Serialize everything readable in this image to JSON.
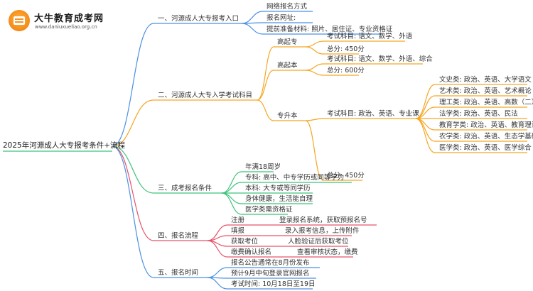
{
  "logo": {
    "title": "大牛教育成考网",
    "url": "www.daniuxueliao.org.cn"
  },
  "root": "2025年河源成人大专报考条件+流程",
  "colors": {
    "branch1": "#4a90e2",
    "branch2": "#f5a623",
    "branch3": "#3cc37a",
    "branch4": "#e5536a",
    "branch5": "#4a90e2"
  },
  "branches": [
    {
      "label": "一、河源成人大专报考入口",
      "children": [
        "网络报名方式",
        "报名网址:",
        "提前准备材料: 照片、居住证、专业资格证"
      ]
    },
    {
      "label": "二、河源成人大专入学考试科目",
      "gaoqizhuan": {
        "label": "高起专",
        "items": [
          "考试科目: 语文、数学、外语",
          "总分: 450分"
        ]
      },
      "gaoqiben": {
        "label": "高起本",
        "items": [
          "考试科目: 语文、数学、外语、综合",
          "总分: 600分"
        ]
      },
      "zhuanshengben": {
        "label": "专升本",
        "subjects": "考试科目: 政治、英语、专业课",
        "total": "总分: 450分",
        "categories": [
          "文史类: 政治、英语、大学语文",
          "艺术类: 政治、英语、艺术概论",
          "理工类: 政治、英语、高数（二）",
          "法学类: 政治、英语、民法",
          "教育学类: 政治、英语、教育理论",
          "农学类: 政治、英语、生态学基础",
          "医学类: 政治、英语、医学综合"
        ]
      }
    },
    {
      "label": "三、成考报名条件",
      "children": [
        "年满18周岁",
        "专科: 高中、中专学历或同等学力",
        "本科: 大专或等同学历",
        "身体健康，生活能自理",
        "医学类需资格证"
      ]
    },
    {
      "label": "四、报名流程",
      "steps": [
        {
          "name": "注册",
          "desc": "登录报名系统，获取预报名号"
        },
        {
          "name": "填报",
          "desc": "录入报考信息，上传附件"
        },
        {
          "name": "获取考位",
          "desc": "人脸验证后获取考位"
        },
        {
          "name": "缴费确认报名",
          "desc": "查看审核状态，缴费"
        }
      ]
    },
    {
      "label": "五、报名时间",
      "children": [
        "报名公告通常在8月份发布",
        "预计9月中旬登录官网报名",
        "考试时间: 10月18日至19日"
      ]
    }
  ]
}
